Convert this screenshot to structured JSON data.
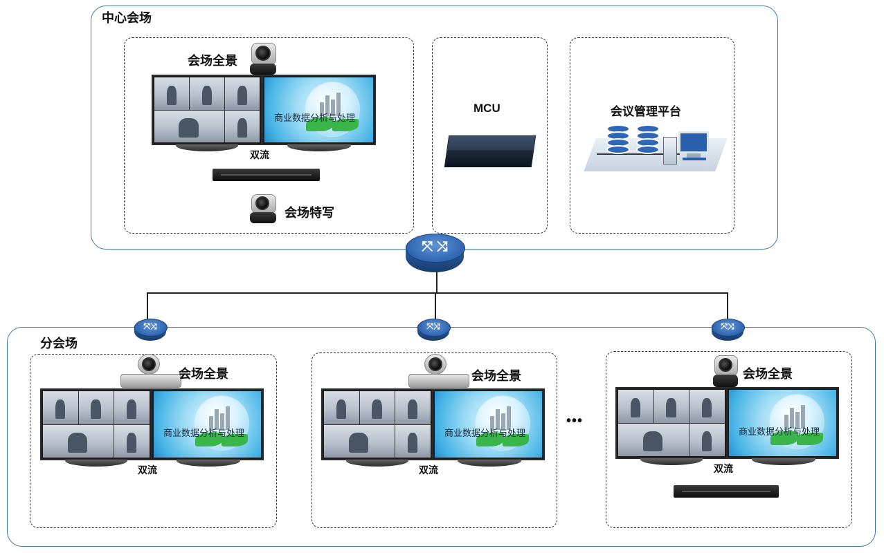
{
  "center": {
    "title": "中心会场",
    "panorama_label": "会场全景",
    "dual_stream_label": "双流",
    "closeup_label": "会场特写",
    "screen_text": "商业数据分析与处理",
    "mcu_label": "MCU",
    "platform_label": "会议管理平台"
  },
  "branch": {
    "title": "分会场",
    "ellipsis": "•••",
    "sites": [
      {
        "panorama_label": "会场全景",
        "dual_stream_label": "双流",
        "screen_text": "商业数据分析与处理"
      },
      {
        "panorama_label": "会场全景",
        "dual_stream_label": "双流",
        "screen_text": "商业数据分析与处理"
      },
      {
        "panorama_label": "会场全景",
        "dual_stream_label": "双流",
        "screen_text": "商业数据分析与处理"
      }
    ]
  },
  "colors": {
    "zone_border": "#3e74ad",
    "router_blue": "#2f66b0"
  }
}
